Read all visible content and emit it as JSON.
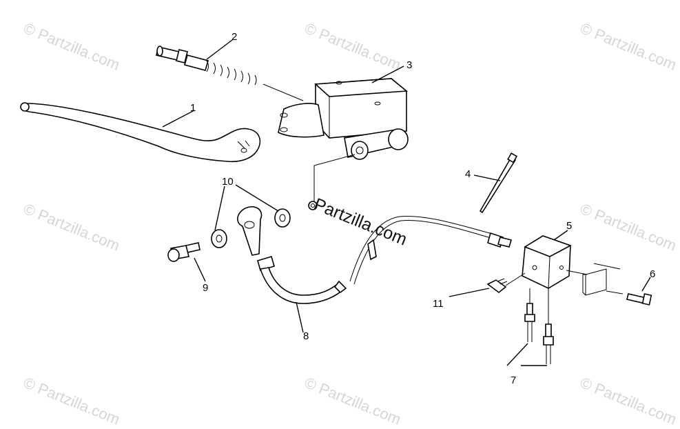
{
  "watermark": "© Partzilla.com",
  "center_watermark": "Partzilla.com",
  "callouts": {
    "c1": "1",
    "c2": "2",
    "c3": "3",
    "c4": "4",
    "c5": "5",
    "c6": "6",
    "c7": "7",
    "c8": "8",
    "c9": "9",
    "c10": "10",
    "c11": "11"
  }
}
